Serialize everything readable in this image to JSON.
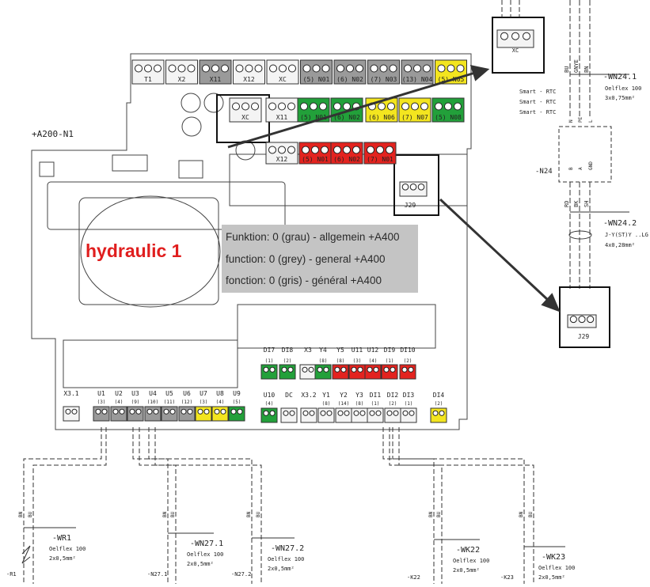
{
  "colors": {
    "grey": "#9a9a9a",
    "white": "#f4f4f4",
    "green": "#22a03a",
    "yellow": "#f3e51f",
    "red": "#e3231f",
    "info_bg": "#c4c4c4",
    "accent_red": "#e01e1e"
  },
  "board_label": "+A200-N1",
  "title": "hydraulic 1",
  "info_lines": [
    "Funktion: 0 (grau) - allgemein +A400",
    "function: 0 (grey) - general +A400",
    "fonction: 0 (gris) - général +A400"
  ],
  "top_connectors": [
    {
      "label": "T1",
      "color": "white"
    },
    {
      "label": "X2",
      "color": "white"
    },
    {
      "label": "X11",
      "color": "grey"
    },
    {
      "label": "X12",
      "color": "white"
    },
    {
      "label": "XC",
      "color": "white"
    },
    {
      "label": "(5) N01",
      "color": "grey"
    },
    {
      "label": "(6) N02",
      "color": "grey"
    },
    {
      "label": "(7) N03",
      "color": "grey"
    },
    {
      "label": "(13) N04",
      "color": "grey"
    },
    {
      "label": "(5) N05",
      "color": "yellow"
    }
  ],
  "mid_connectors": [
    {
      "label": "XC",
      "color": "white"
    },
    {
      "label": "X11",
      "color": "white"
    },
    {
      "label": "(5) N01",
      "color": "green"
    },
    {
      "label": "(6) N02",
      "color": "green"
    },
    {
      "label": "(6) N06",
      "color": "yellow"
    },
    {
      "label": "(7) N07",
      "color": "yellow"
    },
    {
      "label": "(5) N08",
      "color": "green"
    }
  ],
  "low_connectors": [
    {
      "label": "X12",
      "color": "white"
    },
    {
      "label": "(5) N01",
      "color": "red"
    },
    {
      "label": "(6) N02",
      "color": "red"
    },
    {
      "label": "(7) N01",
      "color": "red"
    }
  ],
  "j29_label": "J29",
  "di_row_top": {
    "labels": [
      "DI7",
      "DI8",
      "X3",
      "Y4",
      "Y5",
      "U11",
      "U12",
      "DI9",
      "DI10"
    ],
    "nums": [
      "(1)",
      "(2)",
      "",
      "(8)",
      "(8)",
      "(3)",
      "(4)",
      "(1)",
      "(2)"
    ],
    "colors": [
      "green",
      "green",
      "white",
      "green",
      "red",
      "red",
      "red",
      "red",
      "red"
    ]
  },
  "di_row_bottom": {
    "labels": [
      "U10",
      "DC",
      "X3.2",
      "Y1",
      "Y2",
      "Y3",
      "DI1",
      "DI2",
      "DI3",
      "DI4"
    ],
    "nums": [
      "(4)",
      "",
      "",
      "(8)",
      "(14)",
      "(8)",
      "(1)",
      "(2)",
      "(1)",
      "(2)"
    ],
    "colors": [
      "green",
      "white",
      "white",
      "white",
      "white",
      "white",
      "white",
      "white",
      "white",
      "yellow"
    ]
  },
  "u_row": {
    "labels": [
      "X3.1",
      "U1",
      "U2",
      "U3",
      "U4",
      "U5",
      "U6",
      "U7",
      "U8",
      "U9"
    ],
    "nums": [
      "",
      "(3)",
      "(4)",
      "(9)",
      "(10)",
      "(11)",
      "(12)",
      "(3)",
      "(4)",
      "(5)"
    ],
    "colors": [
      "white",
      "grey",
      "grey",
      "grey",
      "grey",
      "grey",
      "grey",
      "yellow",
      "yellow",
      "green"
    ]
  },
  "right_panel": {
    "top_xc": "XC",
    "wire_tags": [
      "BU",
      "GNYE",
      "BN"
    ],
    "smart_rtc": [
      "Smart - RTC",
      "Smart - RTC",
      "Smart - RTC"
    ],
    "wn241": {
      "name": "-WN24.1",
      "spec": "Oelflex 100",
      "size": "3x0,75mm²"
    },
    "n24": "-N24",
    "n24_pins_top": [
      "N",
      "PE",
      "L"
    ],
    "n24_pins_bot": [
      "B",
      "A",
      "GND"
    ],
    "wire_tags2": [
      "RD",
      "BK",
      "SH"
    ],
    "wn242": {
      "name": "-WN24.2",
      "spec": "J-Y(ST)Y ..LG",
      "size": "4x0,28mm²"
    },
    "j29_big": "J29"
  },
  "bottom_cables": [
    {
      "name": "-WR1",
      "spec": "Oelflex 100",
      "size": "2x0,5mm²",
      "tags": [
        "BN",
        "BU"
      ],
      "device": "-R1"
    },
    {
      "name": "-WN27.1",
      "spec": "Oelflex 100",
      "size": "2x0,5mm²",
      "tags": [
        "BN",
        "BU"
      ],
      "device": "-N27.1"
    },
    {
      "name": "-WN27.2",
      "spec": "Oelflex 100",
      "size": "2x0,5mm²",
      "tags": [
        "BN",
        "BU"
      ],
      "device": "-N27.2"
    },
    {
      "name": "-WK22",
      "spec": "Oelflex 100",
      "size": "2x0,5mm²",
      "tags": [
        "BN",
        "BU"
      ],
      "device": "-K22"
    },
    {
      "name": "-WK23",
      "spec": "Oelflex 100",
      "size": "2x0,5mm²",
      "tags": [
        "BN",
        "BU"
      ],
      "device": "-K23"
    }
  ]
}
